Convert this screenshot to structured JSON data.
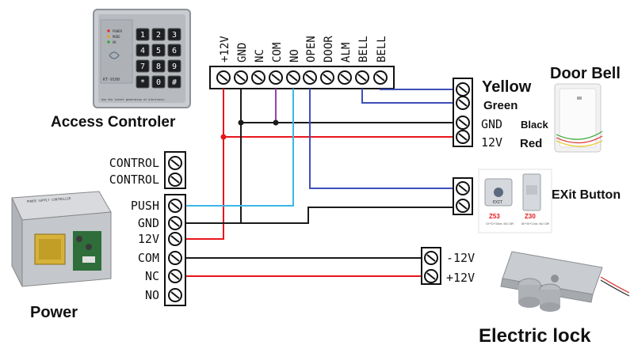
{
  "top_terminal_labels": [
    "+12V",
    "GND",
    "NC",
    "COM",
    "NO",
    "OPEN",
    "DOOR",
    "ALM",
    "BELL",
    "BELL"
  ],
  "controller": {
    "title": "Access Controler",
    "leds": [
      "POWER",
      "MODE",
      "OK"
    ],
    "keys": [
      "1",
      "2",
      "3",
      "4",
      "5",
      "6",
      "7",
      "8",
      "9",
      "*",
      "0",
      "#"
    ],
    "model_text": "KT-9100",
    "bottom_text": "Use the latest generation of electronic"
  },
  "power_panel": {
    "labels": [
      "CONTROL",
      "CONTROL",
      "PUSH",
      "GND",
      "12V",
      "COM",
      "NC",
      "NO"
    ],
    "title": "Power",
    "unit_label": "POWER SUPPLY CONTROLLER"
  },
  "door_bell": {
    "title": "Door Bell",
    "terminal_labels": [
      "Yellow",
      "Green",
      "GND",
      "12V"
    ],
    "wire_labels": [
      "Black",
      "Red"
    ]
  },
  "exit_button": {
    "title": "EXit Button",
    "model_a": "Z53",
    "model_b": "Z30",
    "spec_a": "53*53*28mm NO/COM",
    "spec_b": "86*30*21mm NO/COM",
    "face_text": "EXIT"
  },
  "lock": {
    "title": "Electric lock",
    "terminal_labels": [
      "-12V",
      "+12V"
    ]
  },
  "colors": {
    "red": "#e8161b",
    "black": "#1a1a1a",
    "blue": "#3d4fb8",
    "cyan": "#3cb7e3",
    "purple": "#9b3fb5"
  }
}
